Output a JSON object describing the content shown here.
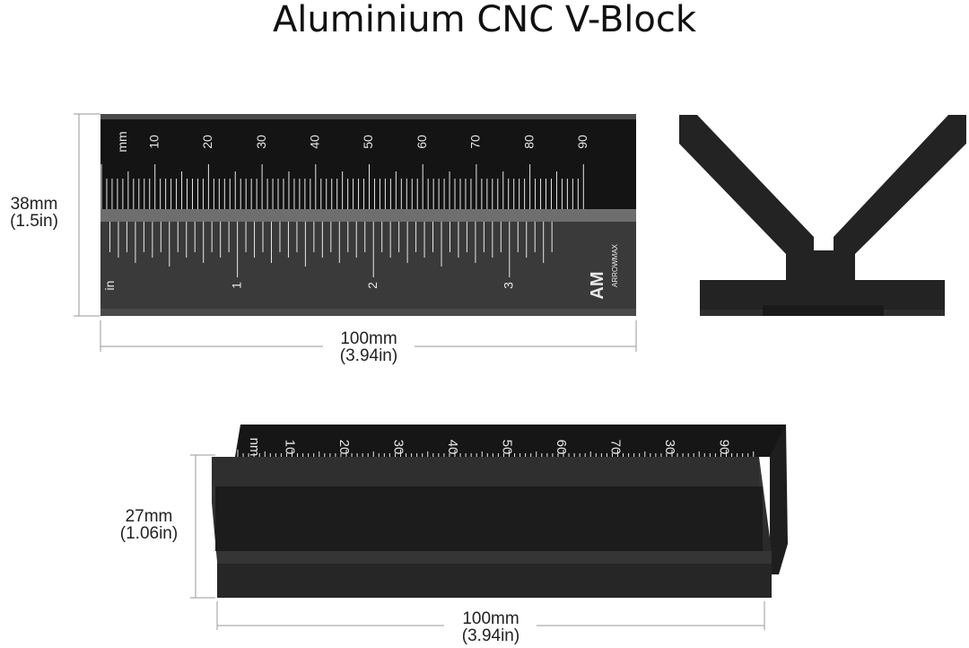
{
  "title": "Aluminium CNC V-Block",
  "brand": "ARROWMAX",
  "brand_mark": "AM",
  "top_view": {
    "height_mm": "38mm",
    "height_in": "(1.5in)",
    "width_mm": "100mm",
    "width_in": "(3.94in)",
    "mm_unit": "mm",
    "in_unit": "in",
    "mm_labels": [
      "10",
      "20",
      "30",
      "40",
      "50",
      "60",
      "70",
      "80",
      "90"
    ],
    "in_labels": [
      "1",
      "2",
      "3"
    ]
  },
  "side_view": {
    "height_mm": "27mm",
    "height_in": "(1.06in)",
    "width_mm": "100mm",
    "width_in": "(3.94in)",
    "mm_unit": "nm",
    "mm_labels": [
      "10",
      "20",
      "30",
      "40",
      "50",
      "60",
      "70",
      "30",
      "90"
    ]
  },
  "colors": {
    "block_dark": "#232323",
    "block_mid": "#3a3a3a",
    "band_grey": "#6e6e6e",
    "scale_white": "#e8e8e8"
  }
}
